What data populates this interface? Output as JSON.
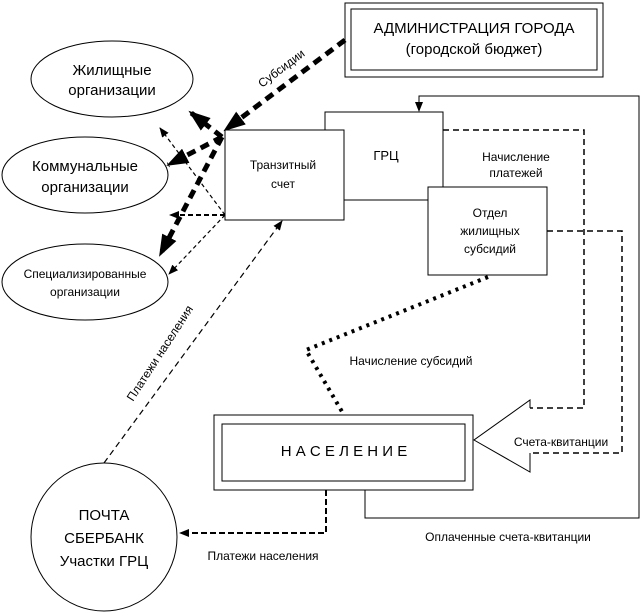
{
  "nodes": {
    "admin": {
      "line1": "АДМИНИСТРАЦИЯ ГОРОДА",
      "line2": "(городской бюджет)"
    },
    "housing_orgs": {
      "line1": "Жилищные",
      "line2": "организации"
    },
    "communal_orgs": {
      "line1": "Коммунальные",
      "line2": "организации"
    },
    "special_orgs": {
      "line1": "Специализированные",
      "line2": "организации"
    },
    "transit": {
      "line1": "Транзитный",
      "line2": "счет"
    },
    "grc": {
      "label": "ГРЦ"
    },
    "subsidy_dept": {
      "line1": "Отдел",
      "line2": "жилищных",
      "line3": "субсидий"
    },
    "population": {
      "label": "Н А С Е Л Е Н И Е"
    },
    "post": {
      "line1": "ПОЧТА",
      "line2": "СБЕРБАНК",
      "line3": "Участки ГРЦ"
    }
  },
  "edges": {
    "subsidies": "Субсидии",
    "payment_accrual_1": "Начисление",
    "payment_accrual_2": "платежей",
    "subsidy_accrual": "Начисление субсидий",
    "bills": "Счета-квитанции",
    "paid_bills": "Оплаченные счета-квитанции",
    "population_payments_diag": "Платежи населения",
    "population_payments": "Платежи населения"
  }
}
